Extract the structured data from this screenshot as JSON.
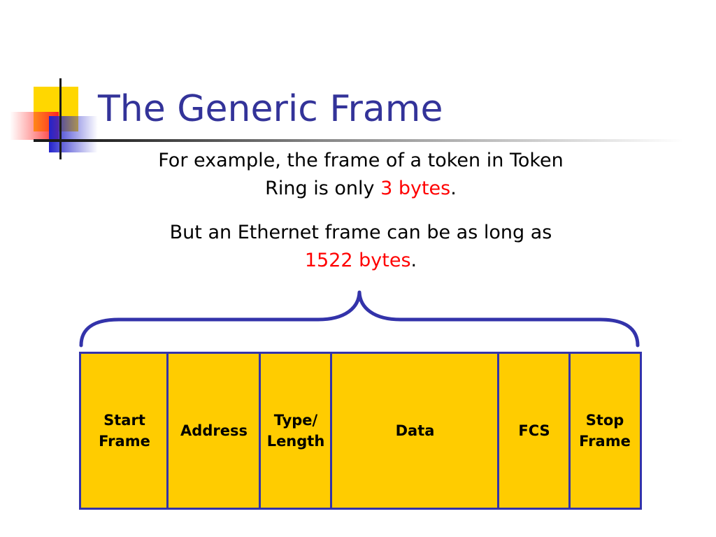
{
  "slide": {
    "title": "The Generic Frame",
    "paragraphs": [
      {
        "before": "For example, the frame of a token in Token Ring is only ",
        "highlight": "3 bytes",
        "after": "."
      },
      {
        "before": "But an Ethernet frame can be as long as ",
        "highlight": "1522 bytes",
        "after": "."
      }
    ]
  },
  "frame_fields": [
    {
      "lines": [
        "Start",
        "Frame"
      ]
    },
    {
      "lines": [
        "Address"
      ]
    },
    {
      "lines": [
        "Type/",
        "Length"
      ]
    },
    {
      "lines": [
        "Data"
      ]
    },
    {
      "lines": [
        "FCS"
      ]
    },
    {
      "lines": [
        "Stop",
        "Frame"
      ]
    }
  ],
  "colors": {
    "title": "#333399",
    "highlight": "#ff0000",
    "field_fill": "#ffcc00",
    "field_border": "#3333aa",
    "brace": "#3333aa"
  }
}
